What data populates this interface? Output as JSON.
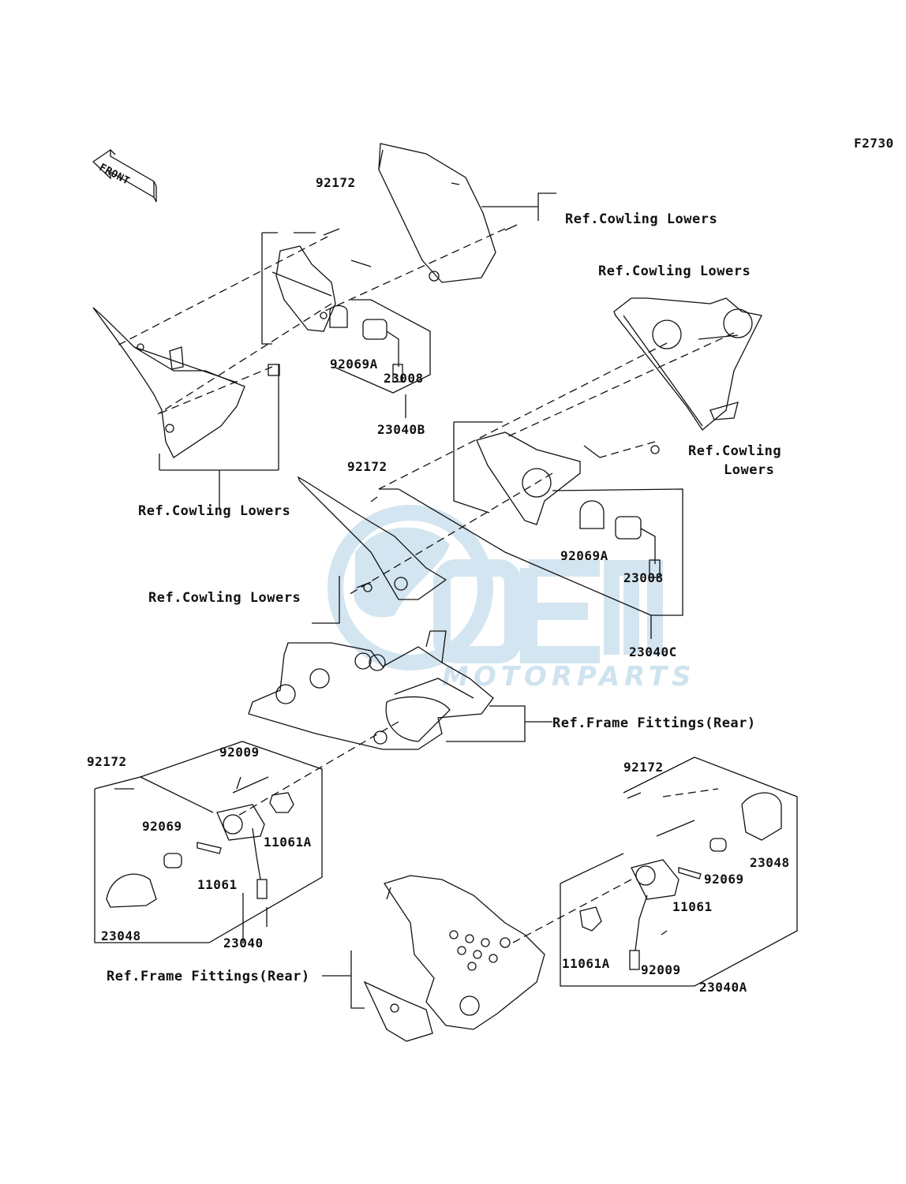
{
  "figure_code": "F2730",
  "front_label": "FRONT",
  "watermark": {
    "brand": "OEM",
    "sub": "MOTORPARTS",
    "color": "#cfe3ef"
  },
  "labels": {
    "p92172_top": "92172",
    "ref_cowling_lowers_top": "Ref.Cowling Lowers",
    "ref_cowling_lowers_right": "Ref.Cowling Lowers",
    "p92069A_upper": "92069A",
    "p23008_upper": "23008",
    "p23040B": "23040B",
    "ref_cowling_lowers_left": "Ref.Cowling Lowers",
    "p92172_mid": "92172",
    "ref_cowling_mid_line1": "Ref.Cowling",
    "ref_cowling_mid_line2": "Lowers",
    "p92069A_mid": "92069A",
    "p23008_mid": "23008",
    "ref_cowling_lowers_center": "Ref.Cowling Lowers",
    "p23040C": "23040C",
    "ref_frame_fittings_rear_center": "Ref.Frame Fittings(Rear)",
    "p92172_left": "92172",
    "p92009_left": "92009",
    "p92069_left": "92069",
    "p11061A_left": "11061A",
    "p11061_left": "11061",
    "p23048_left": "23048",
    "p23040": "23040",
    "p92172_right": "92172",
    "p23048_right": "23048",
    "p92069_right": "92069",
    "p11061_right": "11061",
    "p11061A_right": "11061A",
    "p92009_right": "92009",
    "p23040A": "23040A",
    "ref_frame_fittings_rear_bottom": "Ref.Frame Fittings(Rear)"
  }
}
